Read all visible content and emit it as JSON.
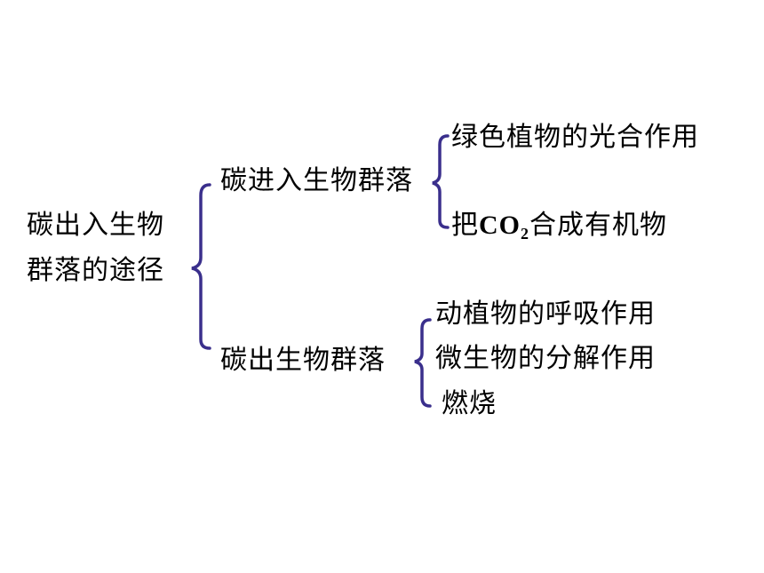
{
  "root": {
    "line1": "碳出入生物",
    "line2": "群落的途径"
  },
  "branch_in": {
    "label": "碳进入生物群落",
    "items": {
      "item1": "绿色植物的光合作用",
      "item2_prefix": "把",
      "item2_formula": "CO",
      "item2_sub": "2",
      "item2_suffix": "合成有机物"
    }
  },
  "branch_out": {
    "label": "碳出生物群落",
    "items": [
      "动植物的呼吸作用",
      "微生物的分解作用",
      "燃烧"
    ]
  },
  "colors": {
    "bracket": "#3a2f8c",
    "text": "#000000"
  }
}
